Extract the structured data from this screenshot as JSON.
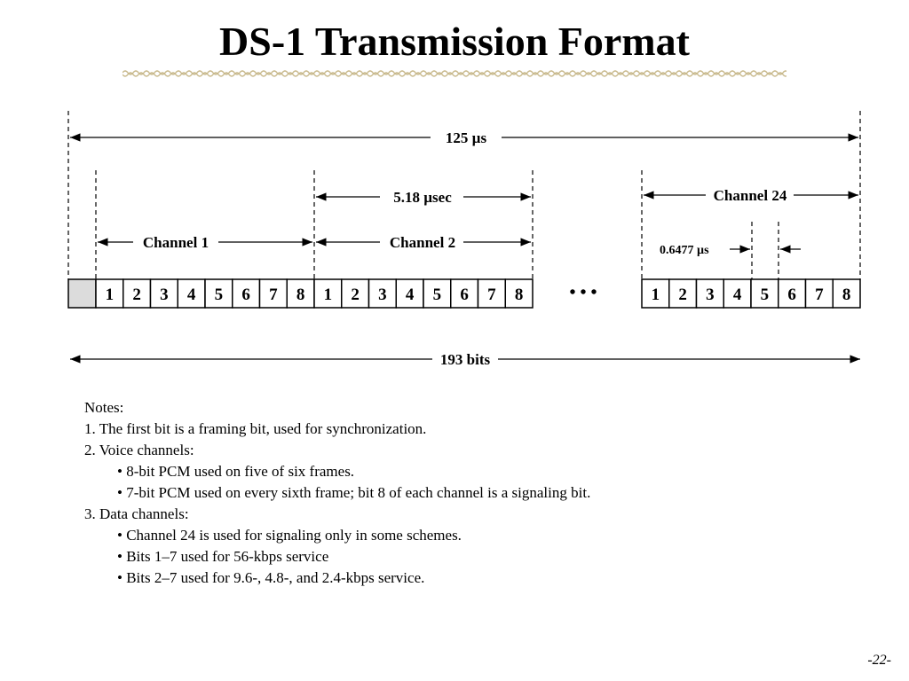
{
  "slide": {
    "title": "DS-1 Transmission Format",
    "page_number": "-22-"
  },
  "diagram": {
    "frame_duration_label": "125 µs",
    "channel_duration_label": "5.18 µsec",
    "bit_duration_label": "0.6477 µs",
    "channel_labels": [
      "Channel 1",
      "Channel 2",
      "Channel 24"
    ],
    "frame_bits_label": "193 bits",
    "ellipsis": "• • •",
    "bit_numbers": [
      "1",
      "2",
      "3",
      "4",
      "5",
      "6",
      "7",
      "8"
    ]
  },
  "notes": {
    "heading": "Notes:",
    "items": [
      "1. The first bit is a framing bit, used for synchronization.",
      "2. Voice channels:",
      "• 8-bit PCM used on five of six frames.",
      "• 7-bit PCM used on every sixth frame; bit 8 of each channel is a signaling bit.",
      "3. Data channels:",
      "• Channel 24 is used for signaling only in some schemes.",
      "• Bits 1–7 used for 56-kbps service",
      "• Bits 2–7 used for 9.6-, 4.8-, and 2.4-kbps service."
    ]
  },
  "colors": {
    "framing_bit_fill": "#dcdcdc",
    "title_rule": "#c8b98c"
  }
}
